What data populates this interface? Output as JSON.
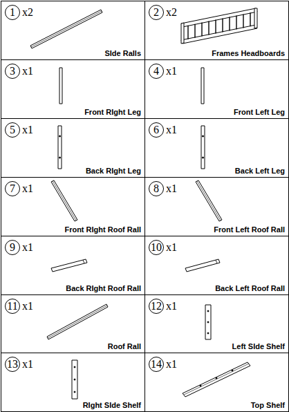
{
  "diagram": {
    "nodes": [
      {
        "text": [
          "x2",
          "SIde RaIls"
        ]
      },
      {
        "text": [
          "1"
        ],
        "in": 0
      },
      {
        "text": [
          "x2",
          "Frames Headboards"
        ]
      },
      {
        "text": [
          "2"
        ],
        "in": 2
      },
      {
        "text": [
          "x1",
          "Front RIght Leg"
        ]
      },
      {
        "text": [
          "3"
        ],
        "in": 4
      },
      {
        "text": [
          "x1",
          "Front Left Leg"
        ]
      },
      {
        "text": [
          "4"
        ],
        "in": 6
      },
      {
        "text": [
          "x1",
          "Back RIght Leg"
        ]
      },
      {
        "text": [
          "5"
        ],
        "in": 8
      },
      {
        "text": [
          "x1",
          "Back Left Leg"
        ]
      },
      {
        "text": [
          "6"
        ],
        "in": 10
      },
      {
        "text": [
          "x1",
          "Front RIght Roof RaIl"
        ]
      },
      {
        "text": [
          "7"
        ],
        "in": 12
      },
      {
        "text": [
          "x1",
          "Front Left Roof RaIl"
        ]
      },
      {
        "text": [
          "8"
        ],
        "in": 14
      },
      {
        "text": [
          "x1",
          "Back RIght Roof RaIl"
        ]
      },
      {
        "text": [
          "9"
        ],
        "in": 16
      },
      {
        "text": [
          "x1",
          "Back Left Roof RaIl"
        ]
      },
      {
        "text": [
          "10"
        ],
        "in": 18
      },
      {
        "text": [
          "x1",
          "Roof RaIl"
        ]
      },
      {
        "text": [
          "11"
        ],
        "in": 20
      },
      {
        "text": [
          "x1",
          "Left SIde Shelf"
        ]
      },
      {
        "text": [
          "12"
        ],
        "in": 22
      },
      {
        "text": [
          "x1",
          "RIght SIde Shelf"
        ]
      },
      {
        "text": [
          "13"
        ],
        "in": 24
      },
      {
        "text": [
          "x1",
          "Top Shelf"
        ]
      },
      {
        "text": [
          "14"
        ],
        "in": 26
      }
    ]
  }
}
